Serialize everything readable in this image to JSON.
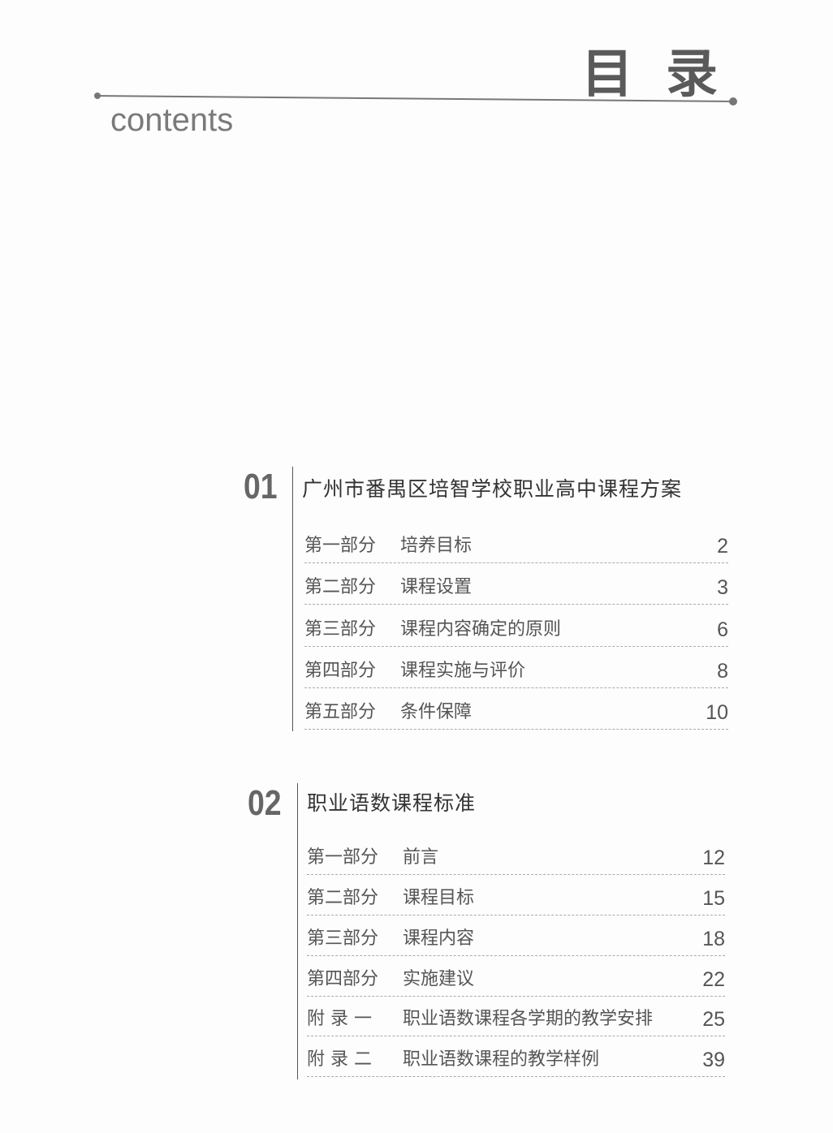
{
  "header": {
    "title": "目录",
    "subtitle": "contents"
  },
  "sections": [
    {
      "number": "01",
      "title": "广州市番禺区培智学校职业高中课程方案",
      "entries": [
        {
          "part": "第一部分",
          "name": "培养目标",
          "page": "2"
        },
        {
          "part": "第二部分",
          "name": "课程设置",
          "page": "3"
        },
        {
          "part": "第三部分",
          "name": "课程内容确定的原则",
          "page": "6"
        },
        {
          "part": "第四部分",
          "name": "课程实施与评价",
          "page": "8"
        },
        {
          "part": "第五部分",
          "name": "条件保障",
          "page": "10"
        }
      ]
    },
    {
      "number": "02",
      "title": "职业语数课程标准",
      "entries": [
        {
          "part": "第一部分",
          "name": "前言",
          "page": "12"
        },
        {
          "part": "第二部分",
          "name": "课程目标",
          "page": "15"
        },
        {
          "part": "第三部分",
          "name": "课程内容",
          "page": "18"
        },
        {
          "part": "第四部分",
          "name": "实施建议",
          "page": "22"
        },
        {
          "part": "附 录 一",
          "name": "职业语数课程各学期的教学安排",
          "page": "25"
        },
        {
          "part": "附 录 二",
          "name": "职业语数课程的教学样例",
          "page": "39"
        }
      ]
    }
  ]
}
